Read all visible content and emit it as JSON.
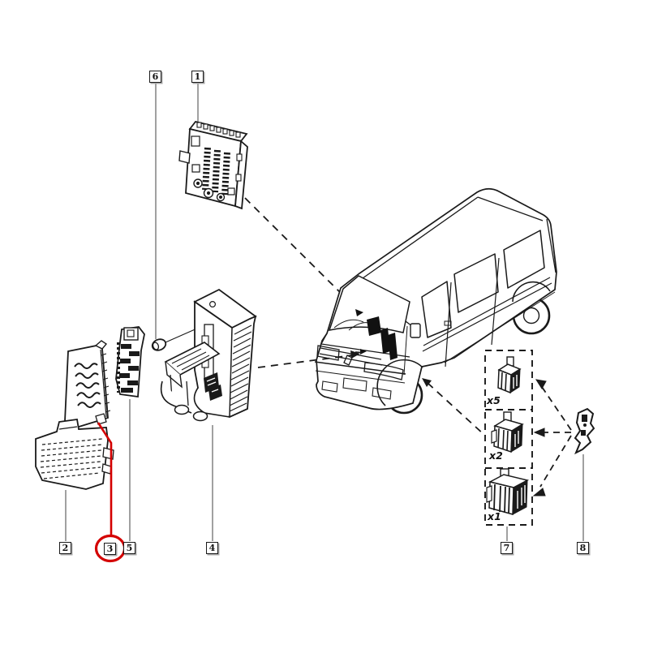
{
  "colors": {
    "background": "#ffffff",
    "line": "#1a1a1a",
    "leader": "#6e6e6e",
    "highlight": "#d40000"
  },
  "callouts": {
    "c1": {
      "label": "1"
    },
    "c2": {
      "label": "2"
    },
    "c3": {
      "label": "3",
      "highlighted": true
    },
    "c4": {
      "label": "4"
    },
    "c5": {
      "label": "5"
    },
    "c6": {
      "label": "6"
    },
    "c7": {
      "label": "7"
    },
    "c8": {
      "label": "8"
    }
  },
  "quantities": {
    "top": "x5",
    "middle": "x2",
    "bottom": "x1"
  }
}
